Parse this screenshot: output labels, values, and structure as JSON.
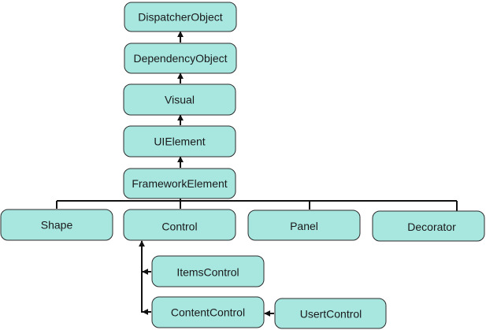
{
  "style": {
    "node_fill": "#a7e7e0",
    "node_border": "#2b2b2b",
    "edge_color": "#111111"
  },
  "nodes": {
    "dispatcher_object": "DispatcherObject",
    "dependency_object": "DependencyObject",
    "visual": "Visual",
    "ui_element": "UIElement",
    "framework_element": "FrameworkElement",
    "shape": "Shape",
    "control": "Control",
    "panel": "Panel",
    "decorator": "Decorator",
    "items_control": "ItemsControl",
    "content_control": "ContentControl",
    "usert_control": "UsertControl"
  },
  "relations": [
    {
      "child": "DependencyObject",
      "parent": "DispatcherObject"
    },
    {
      "child": "Visual",
      "parent": "DependencyObject"
    },
    {
      "child": "UIElement",
      "parent": "Visual"
    },
    {
      "child": "FrameworkElement",
      "parent": "UIElement"
    },
    {
      "child": "Shape",
      "parent": "FrameworkElement"
    },
    {
      "child": "Control",
      "parent": "FrameworkElement"
    },
    {
      "child": "Panel",
      "parent": "FrameworkElement"
    },
    {
      "child": "Decorator",
      "parent": "FrameworkElement"
    },
    {
      "child": "ItemsControl",
      "parent": "Control"
    },
    {
      "child": "ContentControl",
      "parent": "Control"
    },
    {
      "child": "UsertControl",
      "parent": "ContentControl"
    }
  ]
}
